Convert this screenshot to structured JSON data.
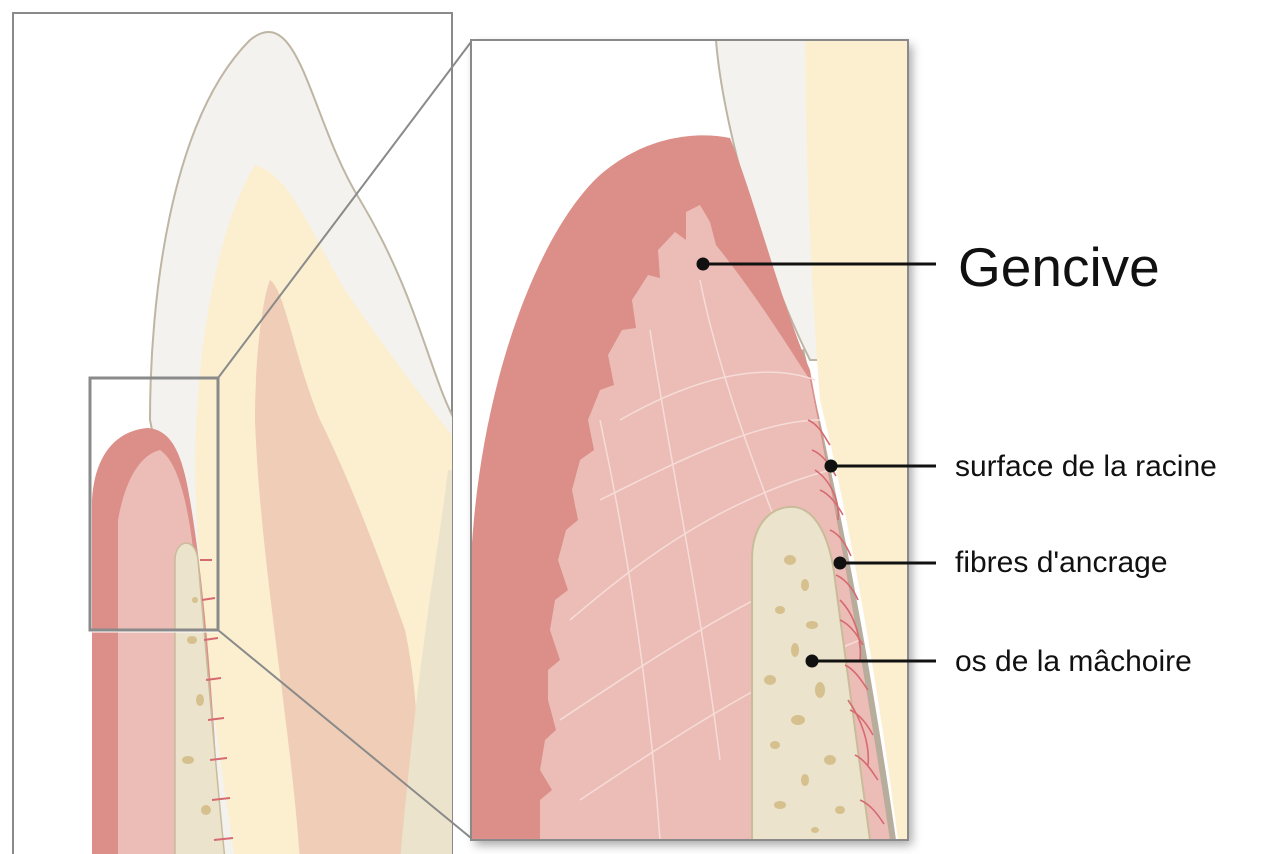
{
  "labels": {
    "gencive": "Gencive",
    "root_surface": "surface de la racine",
    "anchor_fibers": "fibres d'ancrage",
    "jaw_bone": "os de la mâchoire"
  },
  "colors": {
    "enamel": "#f3f2ee",
    "dentin": "#fbefd0",
    "pulp": "#efcdb6",
    "gum_outer": "#dc8e88",
    "gum_inner": "#ecbdb7",
    "bone": "#ebe3cc",
    "bone_pores": "#d5c08e",
    "fibers": "#d66a70",
    "frame": "#8a8a8a",
    "leader": "#111111"
  }
}
